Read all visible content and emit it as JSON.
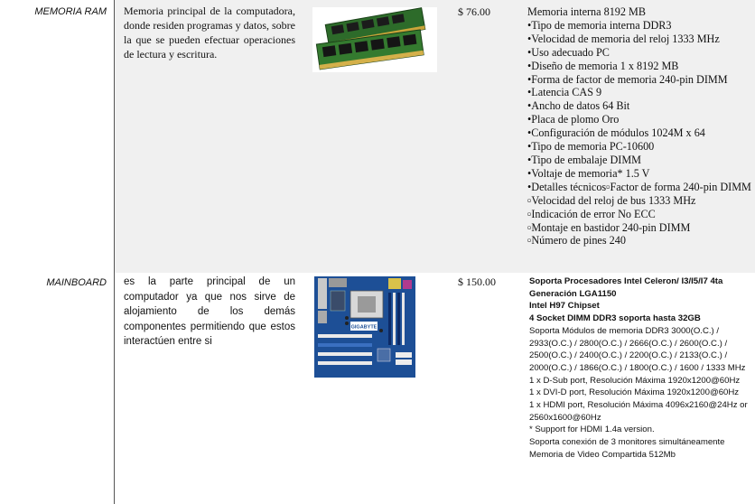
{
  "rows": [
    {
      "label": "MEMORIA RAM",
      "description": "Memoria principal de la computadora, donde residen programas y datos, sobre la que se pueden efectuar operaciones de lectura y escritura.",
      "price": "$ 76.00",
      "specs": [
        "Memoria interna 8192 MB",
        "•Tipo de memoria interna DDR3",
        "•Velocidad de memoria del reloj 1333 MHz",
        "•Uso adecuado PC",
        "•Diseño de memoria 1 x 8192 MB",
        "•Forma de factor de memoria 240-pin DIMM",
        "•Latencia CAS 9",
        "•Ancho de datos 64 Bit",
        "•Placa de plomo Oro",
        "•Configuración de módulos 1024M x 64",
        "•Tipo de memoria PC-10600",
        "•Tipo de embalaje DIMM",
        "•Voltaje de memoria* 1.5 V",
        "•Detalles técnicos▫Factor de forma 240-pin DIMM",
        "▫Velocidad del reloj de bus 1333 MHz",
        "▫Indicación de error No ECC",
        "▫Montaje en bastidor 240-pin DIMM",
        "▫Número de pines 240"
      ]
    },
    {
      "label": "MAINBOARD",
      "description": "es la parte principal de un computador ya que nos sirve de alojamiento de los demás componentes permitiendo que estos interactúen entre si",
      "price": "$ 150.00",
      "specs_bold": [
        "Soporta Procesadores Intel Celeron/ I3/I5/I7 4ta Generación LGA1150",
        "Intel H97 Chipset",
        "4 Socket DIMM DDR3 soporta hasta 32GB"
      ],
      "specs": [
        "Soporta Módulos de memoria DDR3 3000(O.C.) / 2933(O.C.) / 2800(O.C.) / 2666(O.C.) / 2600(O.C.) / 2500(O.C.) / 2400(O.C.) / 2200(O.C.) / 2133(O.C.) / 2000(O.C.) / 1866(O.C.) / 1800(O.C.) / 1600 / 1333 MHz",
        "1 x D-Sub port, Resolución Máxima 1920x1200@60Hz",
        "1 x DVI-D port, Resolución Máxima 1920x1200@60Hz",
        "1 x HDMI port, Resolución Máxima 4096x2160@24Hz or 2560x1600@60Hz",
        "* Support for HDMI 1.4a version.",
        "Soporta conexión de 3 monitores simultáneamente",
        "Memoria de Video Compartida 512Mb"
      ]
    }
  ],
  "images": {
    "ram": "ram-module-photo",
    "board": "gigabyte-motherboard-photo",
    "board_brand": "GIGABYTE"
  }
}
